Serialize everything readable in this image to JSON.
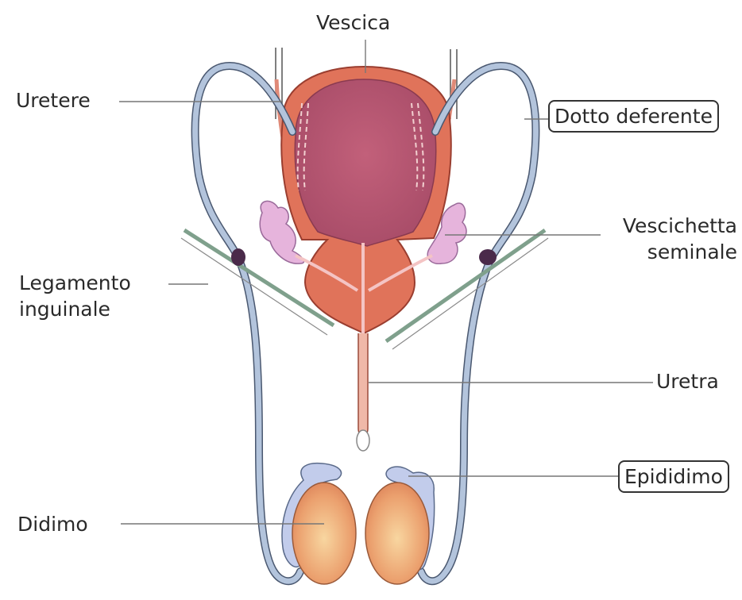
{
  "labels": {
    "vescica": "Vescica",
    "uretere": "Uretere",
    "dotto_deferente": "Dotto deferente",
    "vescichetta_line1": "Vescichetta",
    "vescichetta_line2": "seminale",
    "legamento_line1": "Legamento",
    "legamento_line2": "inguinale",
    "uretra": "Uretra",
    "epididimo": "Epididimo",
    "didimo": "Didimo"
  },
  "colors": {
    "bladder_wall": "#e0735a",
    "bladder_inner": "#b4546e",
    "vas_deferens": "#b3c4dc",
    "vas_outline": "#4a5870",
    "seminal_vesicle": "#e6b4dc",
    "testis": "#eba06e",
    "epididymis": "#c2cceb",
    "ligament": "#7fa08c",
    "leader_line": "#777777"
  }
}
